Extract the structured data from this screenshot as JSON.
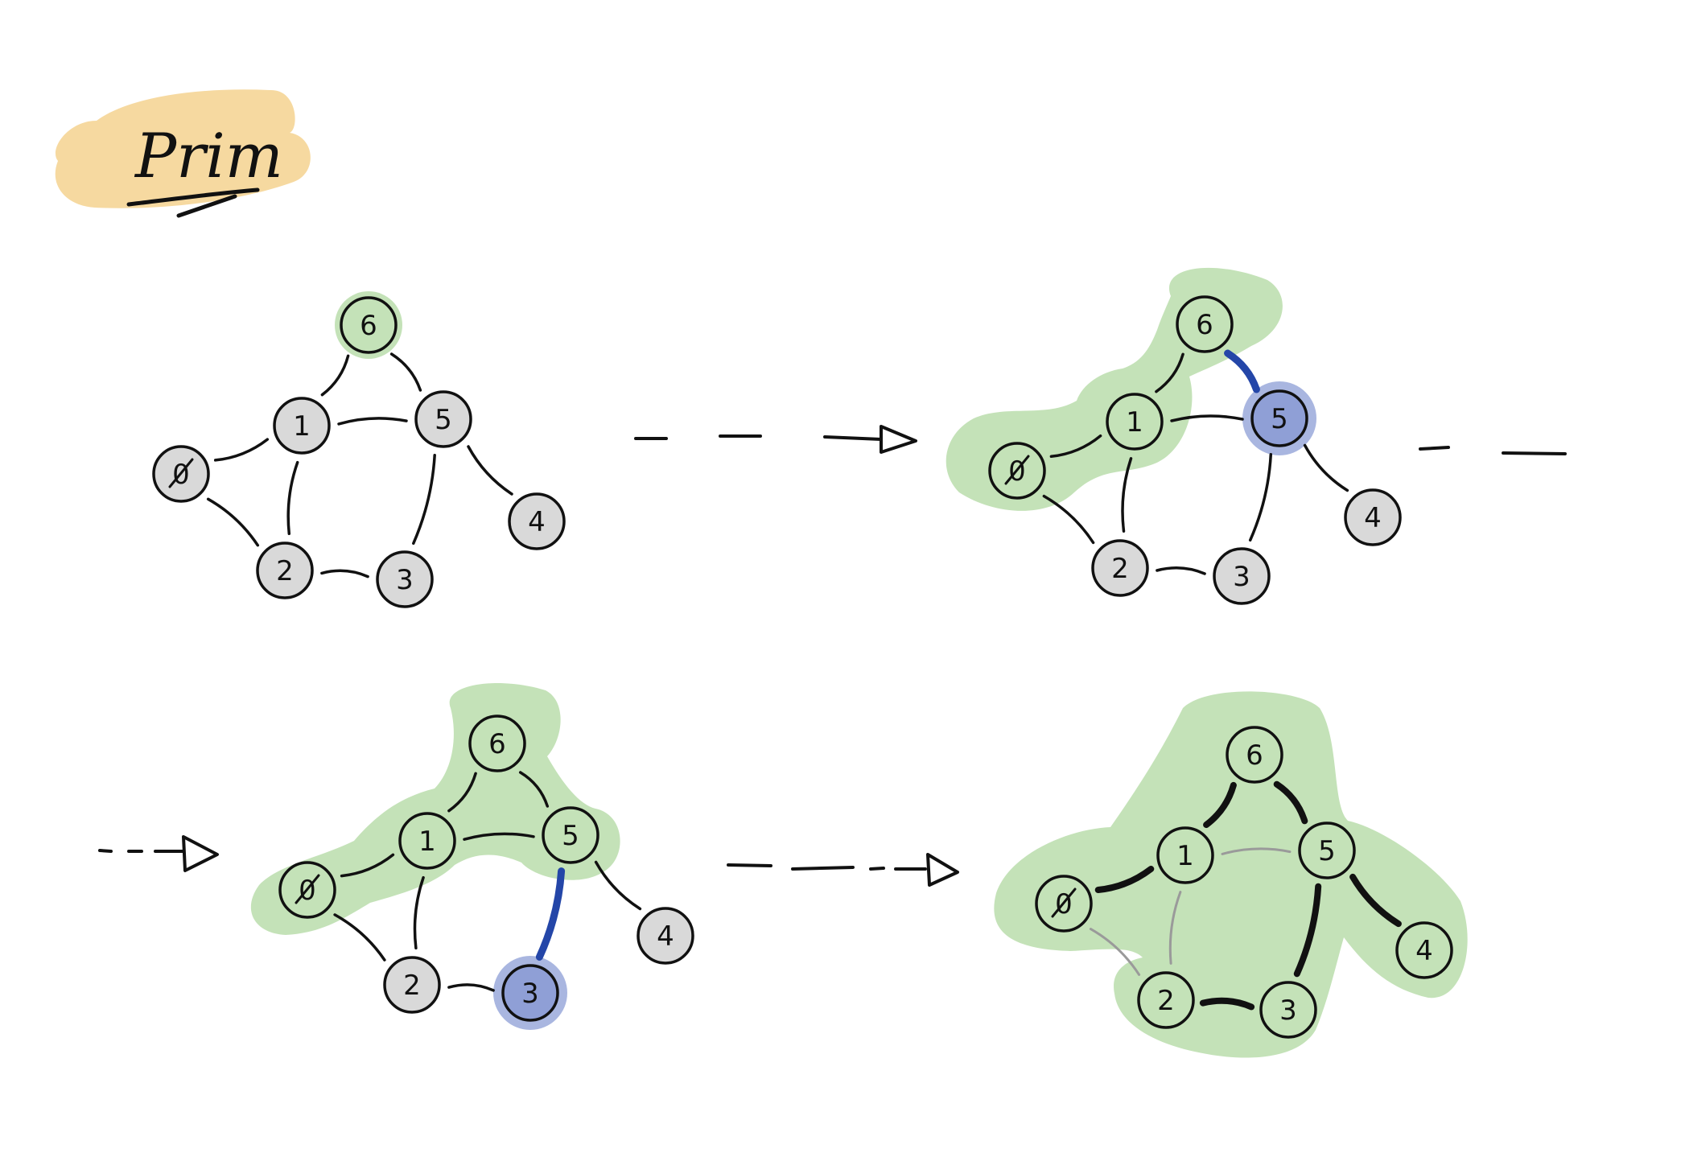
{
  "title": "Prim",
  "colors": {
    "background": "#ffffff",
    "title_highlight": "#f6d9a0",
    "visited_region": "#c4e2b8",
    "candidate_node": "#8f9fd6",
    "candidate_halo": "#a9b6e0",
    "unvisited_node": "#d9d9d9",
    "chosen_edge": "#2446a8",
    "mst_edge": "#111111",
    "unused_edge": "#9a9a9a",
    "ink": "#111111"
  },
  "node_labels": [
    "0",
    "1",
    "2",
    "3",
    "4",
    "5",
    "6"
  ],
  "graph_edges": [
    [
      "0",
      "1"
    ],
    [
      "0",
      "2"
    ],
    [
      "1",
      "2"
    ],
    [
      "1",
      "5"
    ],
    [
      "1",
      "6"
    ],
    [
      "2",
      "3"
    ],
    [
      "3",
      "5"
    ],
    [
      "4",
      "5"
    ],
    [
      "5",
      "6"
    ]
  ],
  "steps": [
    {
      "visited": [
        "6"
      ],
      "candidate": null,
      "chosen_edge": null,
      "mst_edges": []
    },
    {
      "visited": [
        "6",
        "1",
        "0"
      ],
      "candidate": "5",
      "chosen_edge": [
        "6",
        "5"
      ],
      "mst_edges": []
    },
    {
      "visited": [
        "6",
        "1",
        "0",
        "5"
      ],
      "candidate": "3",
      "chosen_edge": [
        "5",
        "3"
      ],
      "mst_edges": []
    },
    {
      "visited": [
        "6",
        "1",
        "0",
        "5",
        "3",
        "2",
        "4"
      ],
      "candidate": null,
      "chosen_edge": null,
      "mst_edges": [
        [
          "6",
          "1"
        ],
        [
          "6",
          "5"
        ],
        [
          "1",
          "0"
        ],
        [
          "5",
          "3"
        ],
        [
          "5",
          "4"
        ],
        [
          "2",
          "3"
        ]
      ]
    }
  ],
  "icons": [
    "dashed-arrow-icon"
  ]
}
